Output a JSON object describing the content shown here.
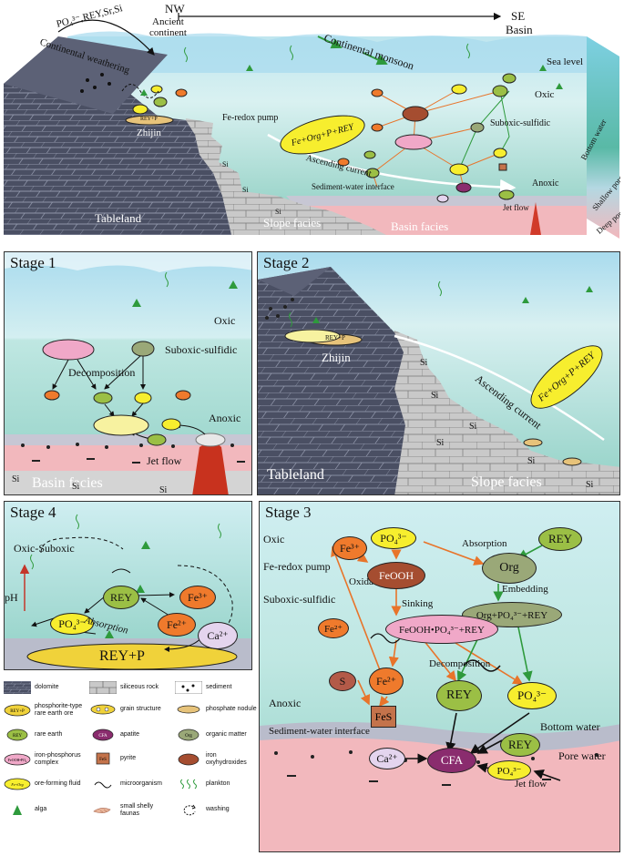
{
  "overview": {
    "compass_left": "NW",
    "compass_right": "SE",
    "ancient_continent": "Ancient\ncontinent",
    "basin": "Basin",
    "inputs": "PO₄³⁻,REY,Sr,Si",
    "continental_weathering": "Continental weathering",
    "continental_monsoon": "Continental monsoon",
    "sea_level": "Sea level",
    "oxic": "Oxic",
    "suboxic_sulfidic": "Suboxic-sulfidic",
    "anoxic": "Anoxic",
    "fe_redox_pump": "Fe-redox pump",
    "zhijin": "Zhijin",
    "rey_p": "REY+P",
    "fluid": "Fe+Org+P+REY",
    "ascending_current": "Ascending current",
    "sediment_water_interface": "Sediment-water interface",
    "jet_flow": "Jet flow",
    "tableland": "Tableland",
    "slope_facies": "Slope facies",
    "basin_facies": "Basin facies",
    "bottom_water": "Bottom water",
    "shallow_porewater": "Shallow porewater",
    "deep_porewater": "Deep porewater",
    "si": "Si"
  },
  "stage1": {
    "title": "Stage 1",
    "oxic": "Oxic",
    "suboxic_sulfidic": "Suboxic-sulfidic",
    "decomposition": "Decomposition",
    "anoxic": "Anoxic",
    "jet_flow": "Jet flow",
    "basin_facies": "Basin facies",
    "si": "Si"
  },
  "stage2": {
    "title": "Stage 2",
    "zhijin": "Zhijin",
    "rey_p": "REY+P",
    "fluid": "Fe+Org+P+REY",
    "ascending_current": "Ascending current",
    "tableland": "Tableland",
    "slope_facies": "Slope facies",
    "si": "Si"
  },
  "stage4": {
    "title": "Stage 4",
    "oxic_suboxic": "Oxic-Suboxic",
    "ph": "pH",
    "rey": "REY",
    "po4": "PO₄³⁻",
    "fe3": "Fe³⁺",
    "fe2": "Fe²⁺",
    "ca2": "Ca²⁺",
    "absorption": "Absorption",
    "rey_p": "REY+P"
  },
  "stage3": {
    "title": "Stage 3",
    "oxic": "Oxic",
    "fe_redox_pump": "Fe-redox pump",
    "suboxic_sulfidic": "Suboxic-sulfidic",
    "anoxic": "Anoxic",
    "fe3": "Fe³⁺",
    "po4": "PO₄³⁻",
    "absorption": "Absorption",
    "rey": "REY",
    "oxidation": "Oxidation",
    "feooh": "FeOOH",
    "org": "Org",
    "sinking": "Sinking",
    "embedding": "Embedding",
    "org_complex": "Org+PO₄³⁻+REY",
    "fe2": "Fe²⁺",
    "feooh_complex": "FeOOH•PO₄³⁻+REY",
    "decomposition": "Decomposition",
    "s": "S",
    "fes": "FeS",
    "bottom_water": "Bottom water",
    "sediment_water_interface": "Sediment-water interface",
    "ca2": "Ca²⁺",
    "cfa": "CFA",
    "pore_water": "Pore water",
    "jet_flow": "Jet flow"
  },
  "legend": [
    {
      "icon": "dolomite",
      "label": "dolomite"
    },
    {
      "icon": "siliceous-rock",
      "label": "siliceous rock"
    },
    {
      "icon": "sediment",
      "label": "sediment"
    },
    {
      "icon": "phosphorite-ore",
      "label": "phosphorite-type rare earth ore"
    },
    {
      "icon": "grain-structure",
      "label": "grain structure"
    },
    {
      "icon": "phosphate-nodule",
      "label": "phosphate nodule"
    },
    {
      "icon": "rare-earth",
      "label": "rare earth"
    },
    {
      "icon": "apatite",
      "label": "apatite"
    },
    {
      "icon": "organic-matter",
      "label": "organic matter"
    },
    {
      "icon": "iron-phosphorus-complex",
      "label": "iron-phosphorus complex"
    },
    {
      "icon": "pyrite",
      "label": "pyrite"
    },
    {
      "icon": "iron-oxyhydroxides",
      "label": "iron oxyhydroxides"
    },
    {
      "icon": "ore-forming-fluid",
      "label": "ore-forming fluid"
    },
    {
      "icon": "microorganism",
      "label": "microorganism"
    },
    {
      "icon": "plankton",
      "label": "plankton"
    },
    {
      "icon": "alga",
      "label": "alga"
    },
    {
      "icon": "small-shelly-faunas",
      "label": "small shelly faunas"
    },
    {
      "icon": "washing",
      "label": "washing"
    }
  ],
  "legend_symbols": {
    "rey": "REY",
    "cfa": "CFA",
    "org": "Org",
    "fes": "FeS",
    "rey_p": "REY+P",
    "complex": "FeOOH•PO₄",
    "fluid": "Fe+Org"
  },
  "colors": {
    "sea_light": "#cfeef2",
    "sea_mid": "#a9dde6",
    "sea_deep": "#86c9c0",
    "dolomite": "#4a4f63",
    "siliceous": "#c9c9c9",
    "pore_pink": "#f2b8bd",
    "orange_arrow": "#e8742a",
    "green_arrow": "#2e9a3c",
    "rey_green": "#9bbf45",
    "po4_yellow": "#f7ee2e",
    "fe_orange": "#ef7a2c",
    "feooh_brown": "#a54d30",
    "complex_pink": "#f0a8c8",
    "org_olive": "#9aa878",
    "cfa_purple": "#8a2c6e",
    "fes_tan": "#c4734b",
    "s_brown": "#b35a48",
    "ca_lilac": "#e4d4ee"
  }
}
